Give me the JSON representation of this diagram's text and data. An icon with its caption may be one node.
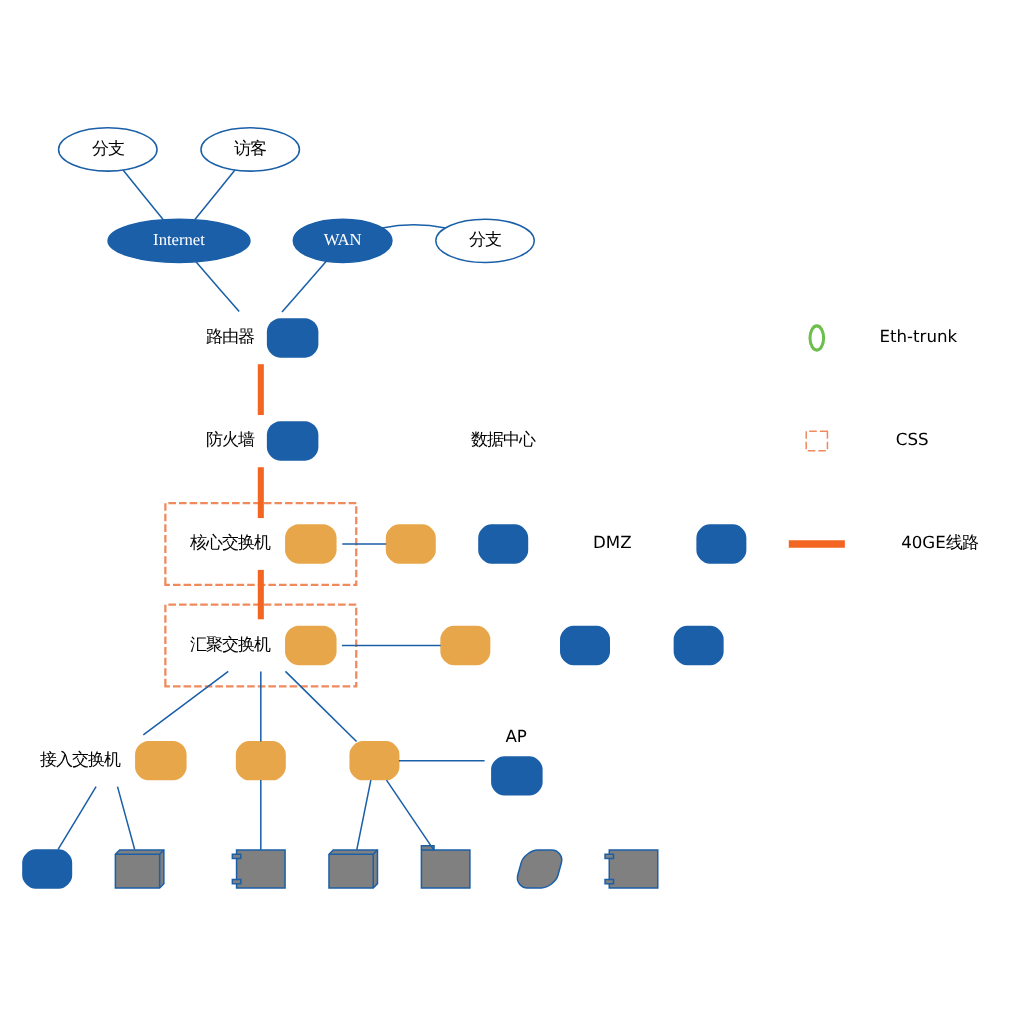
{
  "diagram": {
    "nodes": [
      {
        "text": [
          "分支"
        ]
      },
      {
        "text": [
          "访客"
        ]
      },
      {
        "text": [
          "Internet"
        ]
      },
      {
        "text": [
          "WAN"
        ]
      },
      {
        "text": [
          "分支"
        ]
      },
      {
        "text": [],
        "shape": "box",
        "beside": [
          "路由器"
        ]
      },
      {
        "text": [],
        "shape": "box",
        "beside": [
          "防火墙"
        ]
      },
      {
        "text": [],
        "shape": "box"
      },
      {
        "text": [],
        "shape": "box",
        "in": 7,
        "beside": [
          "核心交换机"
        ]
      },
      {
        "text": [],
        "shape": "box"
      },
      {
        "text": [],
        "shape": "box"
      },
      {
        "text": [],
        "shape": "box"
      },
      {
        "text": [],
        "shape": "box"
      },
      {
        "text": [],
        "shape": "box",
        "in": 12,
        "beside": [
          "汇聚交换机"
        ]
      },
      {
        "text": [],
        "shape": "box"
      },
      {
        "text": [],
        "shape": "box"
      },
      {
        "text": [],
        "shape": "box"
      },
      {
        "text": [],
        "shape": "box",
        "beside": [
          "接入交换机"
        ]
      },
      {
        "text": [],
        "shape": "box"
      },
      {
        "text": [],
        "shape": "box"
      },
      {
        "text": [],
        "shape": "box",
        "beside": [
          "AP"
        ]
      },
      {
        "text": [],
        "shape": "box"
      },
      {
        "text": [],
        "shape": "computer"
      },
      {
        "text": [],
        "shape": "phone"
      },
      {
        "text": [],
        "shape": "computer"
      },
      {
        "text": [],
        "shape": "printer"
      },
      {
        "text": [],
        "shape": "laptop"
      },
      {
        "text": [],
        "shape": "phone"
      }
    ],
    "edges": [
      {
        "from": 0,
        "to": 2,
        "arrow": "none"
      },
      {
        "from": 1,
        "to": 2,
        "arrow": "none"
      },
      {
        "from": 3,
        "to": 4,
        "arrow": "none"
      },
      {
        "from": 2,
        "to": 5,
        "arrow": "none"
      },
      {
        "from": 3,
        "to": 5,
        "arrow": "none"
      },
      {
        "from": 5,
        "to": 6,
        "arrow": "none",
        "style": "thick",
        "color": "#f26522"
      },
      {
        "from": 6,
        "to": 8,
        "arrow": "none",
        "style": "thick",
        "color": "#f26522"
      },
      {
        "from": 8,
        "to": 13,
        "arrow": "none",
        "style": "thick",
        "color": "#f26522"
      },
      {
        "from": 8,
        "to": 9,
        "arrow": "none"
      },
      {
        "from": 13,
        "to": 14,
        "arrow": "none"
      },
      {
        "from": 13,
        "to": 17,
        "arrow": "none"
      },
      {
        "from": 13,
        "to": 18,
        "arrow": "none"
      },
      {
        "from": 13,
        "to": 19,
        "arrow": "none"
      },
      {
        "from": 19,
        "to": 20,
        "arrow": "none"
      },
      {
        "from": 17,
        "to": 21,
        "arrow": "none"
      },
      {
        "from": 17,
        "to": 22,
        "arrow": "none"
      },
      {
        "from": 18,
        "to": 23,
        "arrow": "none"
      },
      {
        "from": 19,
        "to": 24,
        "arrow": "none"
      },
      {
        "from": 19,
        "to": 25,
        "arrow": "none"
      }
    ],
    "labels": [
      "数据中心",
      "DMZ"
    ],
    "legend": [
      {
        "text": "Eth-trunk"
      },
      {
        "text": "CSS"
      },
      {
        "text": "40GE线路"
      }
    ]
  }
}
